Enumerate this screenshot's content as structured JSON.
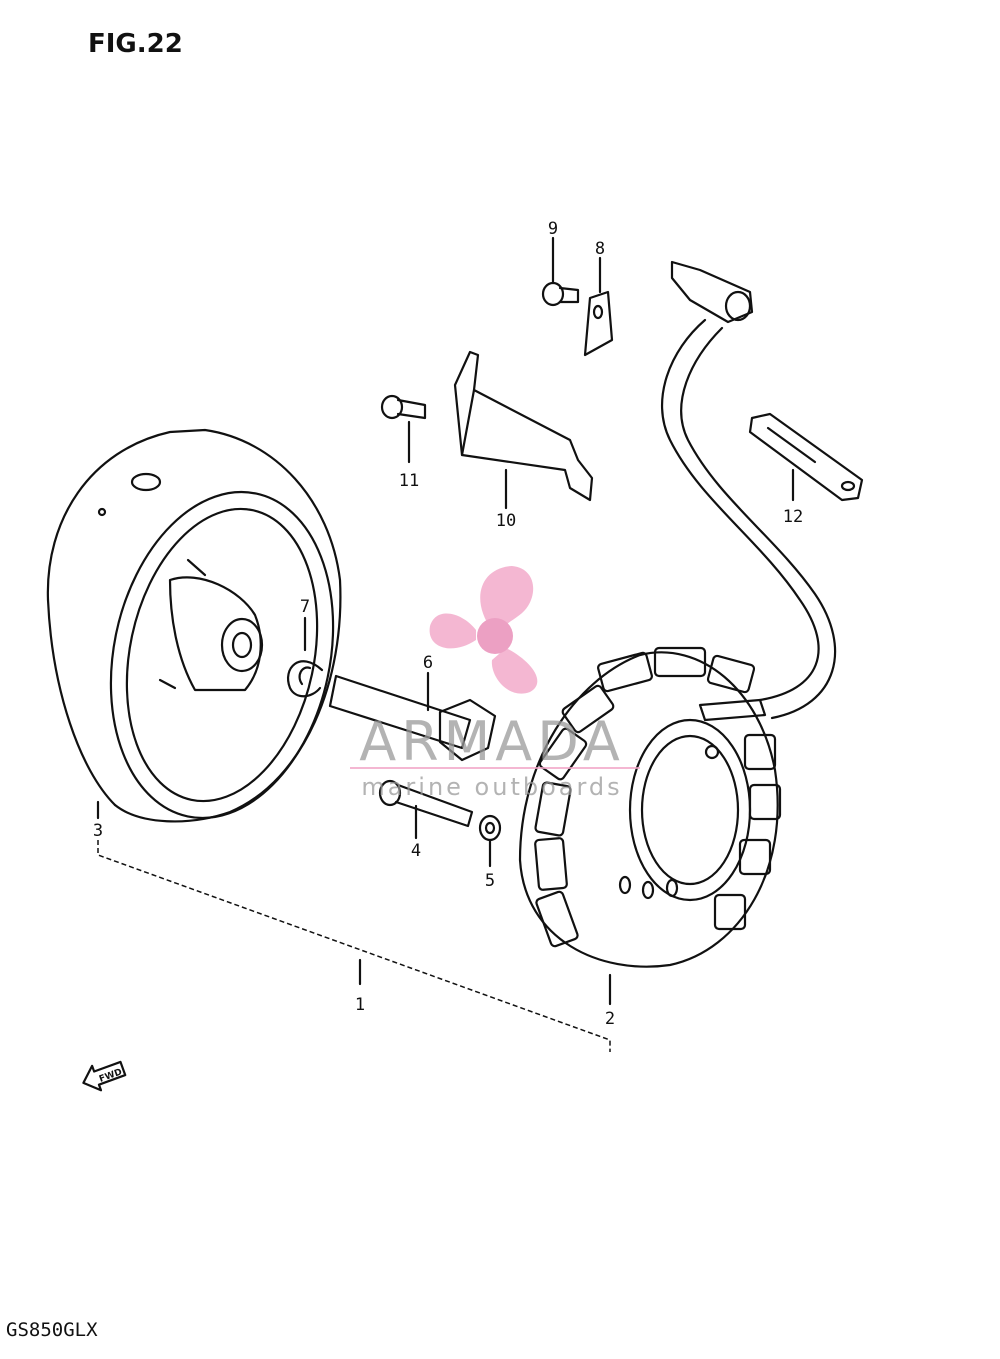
{
  "figure_title": "FIG.22",
  "model_code": "GS850GLX",
  "fwd_label": "FWD",
  "callouts": [
    "1",
    "2",
    "3",
    "4",
    "5",
    "6",
    "7",
    "8",
    "9",
    "10",
    "11",
    "12"
  ],
  "watermark": {
    "brand": "ARMADA",
    "tagline": "marine outboards",
    "logo_color": "#f2a6c8",
    "text_color": "#9a9a9a"
  }
}
